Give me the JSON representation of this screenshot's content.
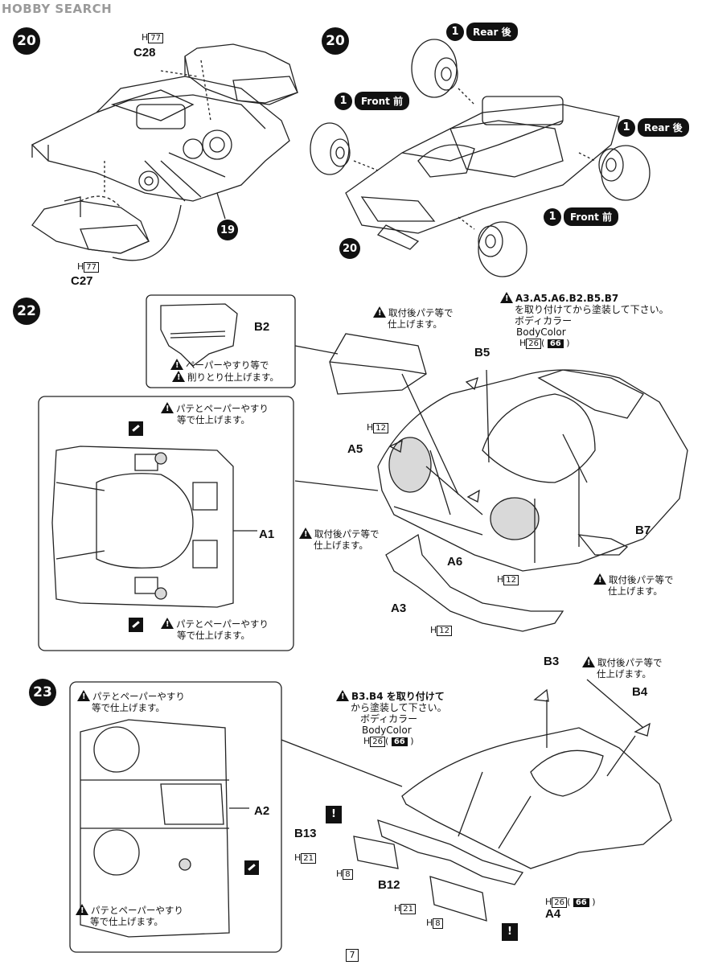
{
  "watermark": {
    "brand": "HOBBY SEARCH"
  },
  "page_number": "7",
  "steps": {
    "s20a": "20",
    "s20b": "20",
    "s22": "22",
    "s23": "23",
    "s19_ref": "19",
    "s20_ref": "20"
  },
  "step20a": {
    "top_h": "77",
    "top_part": "C28",
    "bottom_h": "77",
    "bottom_part": "C27"
  },
  "step20b": {
    "rear_top": {
      "num": "1",
      "label": "Rear 後"
    },
    "front_left": {
      "num": "1",
      "label": "Front 前"
    },
    "rear_right": {
      "num": "1",
      "label": "Rear 後"
    },
    "front_bottom": {
      "num": "1",
      "label": "Front 前"
    }
  },
  "step22": {
    "b2": "B2",
    "b2_note_1": "ペーパーやすり等で",
    "b2_note_2": "削りとり仕上げます。",
    "putty_top_1": "取付後パテ等で",
    "putty_top_2": "仕上げます。",
    "paint_note_1": "A3.A5.A6.B2.B5.B7",
    "paint_note_2": "を取り付けてから塗装して下さい。",
    "paint_jp": "ボディカラー",
    "paint_en": "BodyColor",
    "paint_h": "26",
    "paint_code": "66",
    "b5": "B5",
    "h12_top": "12",
    "a5": "A5",
    "a1": "A1",
    "a6": "A6",
    "a3": "A3",
    "b7": "B7",
    "h12_mid": "12",
    "h12_bot": "12",
    "inset_note_top_1": "パテとペーパーやすり",
    "inset_note_top_2": "等で仕上げます。",
    "inset_note_bot_1": "パテとペーパーやすり",
    "inset_note_bot_2": "等で仕上げます。",
    "putty_left_1": "取付後パテ等で",
    "putty_left_2": "仕上げます。",
    "putty_right_1": "取付後パテ等で",
    "putty_right_2": "仕上げます。"
  },
  "step23": {
    "inset_note_top_1": "パテとペーパーやすり",
    "inset_note_top_2": "等で仕上げます。",
    "inset_note_bot_1": "パテとペーパーやすり",
    "inset_note_bot_2": "等で仕上げます。",
    "a2": "A2",
    "paint_note_1": "B3.B4 を取り付けて",
    "paint_note_2": "から塗装して下さい。",
    "paint_jp": "ボディカラー",
    "paint_en": "BodyColor",
    "paint_h": "26",
    "paint_code": "66",
    "b3": "B3",
    "b4": "B4",
    "putty_1": "取付後パテ等で",
    "putty_2": "仕上げます。",
    "b13": "B13",
    "b12": "B12",
    "a4": "A4",
    "h21_a": "21",
    "h8_a": "8",
    "h21_b": "21",
    "h8_b": "8",
    "h26_a4": "26",
    "code_a4": "66"
  }
}
